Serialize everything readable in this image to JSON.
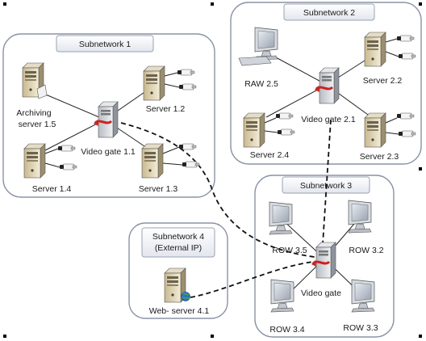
{
  "subnets": {
    "s1": {
      "title": "Subnetwork 1"
    },
    "s2": {
      "title": "Subnetwork 2"
    },
    "s3": {
      "title": "Subnetwork 3"
    },
    "s4": {
      "title_line1": "Subnetwork 4",
      "title_line2": "(External IP)"
    }
  },
  "nodes": {
    "archiving_line1": "Archiving",
    "archiving_line2": "server 1.5",
    "server_1_2": "Server 1.2",
    "video_gate_1_1": "Video gate 1.1",
    "server_1_4": "Server 1.4",
    "server_1_3": "Server 1.3",
    "raw_2_5": "RAW 2.5",
    "server_2_2": "Server 2.2",
    "video_gate_2_1": "Video gate 2.1",
    "server_2_4": "Server 2.4",
    "server_2_3": "Server 2.3",
    "row_3_5": "ROW 3.5",
    "row_3_2": "ROW 3.2",
    "video_gate_3": "Video gate",
    "row_3_4": "ROW 3.4",
    "row_3_3": "ROW 3.3",
    "web_server_4_1": "Web- server 4.1"
  },
  "colors": {
    "panel_border": "#8a93a6",
    "title_fill": "#eef0f5",
    "accent_red": "#cc2222",
    "link_line": "#222222"
  },
  "icons": [
    "server-icon",
    "camera-icon",
    "monitor-icon",
    "keyboard-icon",
    "globe-icon"
  ]
}
